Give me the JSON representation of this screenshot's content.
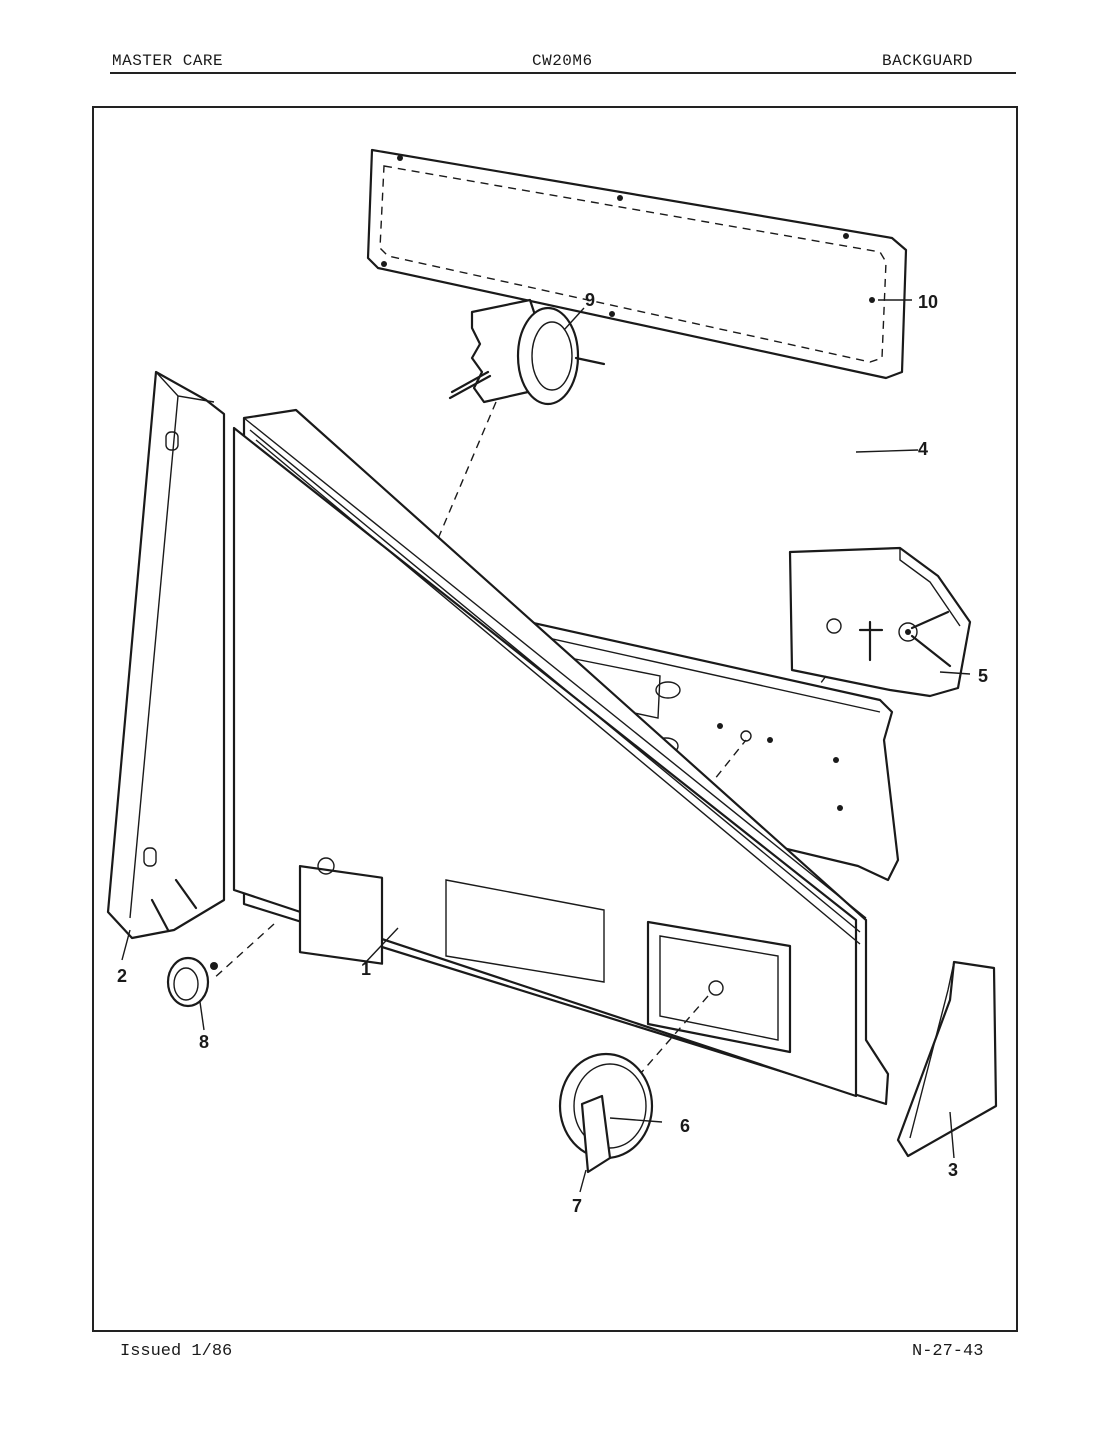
{
  "header": {
    "left": "MASTER CARE",
    "center": "CW20M6",
    "right": "BACKGUARD"
  },
  "footer": {
    "left": "Issued 1/86",
    "right": "N-27-43"
  },
  "callouts": [
    "1",
    "2",
    "3",
    "4",
    "5",
    "6",
    "7",
    "8",
    "9",
    "10"
  ],
  "parts": [
    {
      "callout": "1",
      "icon": "backguard-panel"
    },
    {
      "callout": "2",
      "icon": "left-end-cap"
    },
    {
      "callout": "3",
      "icon": "right-end-cap"
    },
    {
      "callout": "4",
      "icon": "mounting-bracket"
    },
    {
      "callout": "5",
      "icon": "timer"
    },
    {
      "callout": "6",
      "icon": "timer-dial"
    },
    {
      "callout": "7",
      "icon": "timer-knob"
    },
    {
      "callout": "8",
      "icon": "switch-knob"
    },
    {
      "callout": "9",
      "icon": "water-level-switch"
    },
    {
      "callout": "10",
      "icon": "rear-cover-panel"
    }
  ]
}
